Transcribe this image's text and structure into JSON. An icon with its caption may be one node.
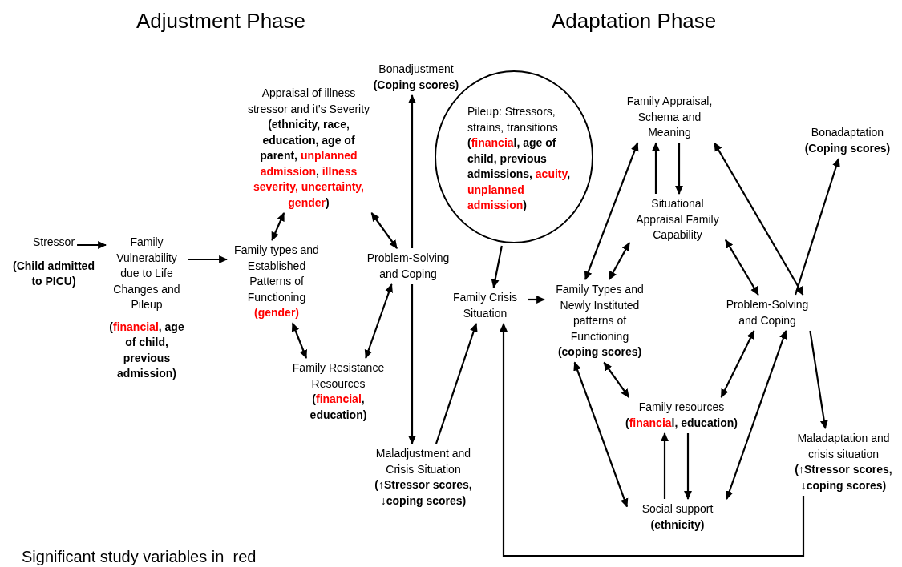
{
  "diagram": {
    "nodes": [
      {
        "text": [
          "Stressor",
          "(Child admitted to PICU)"
        ]
      },
      {
        "text": [
          "Family Vulnerability due to Life Changes and Pileup",
          "(financial, age of child, previous admission)"
        ]
      },
      {
        "text": [
          "Appraisal of illness stressor and it’s Severity",
          "(ethnicity, race, education, age of parent, unplanned admission, illness severity, uncertainty, gender)"
        ]
      },
      {
        "text": [
          "Bonadjustment",
          "(Coping scores)"
        ]
      },
      {
        "text": [
          "Family types and Established Patterns of Functioning",
          "(gender)"
        ]
      },
      {
        "text": [
          "Problem-Solving and Coping"
        ]
      },
      {
        "text": [
          "Family Resistance Resources",
          "(financial, education)"
        ]
      },
      {
        "text": [
          "Maladjustment and Crisis Situation",
          "(↑Stressor scores, ↓coping scores)"
        ]
      },
      {
        "text": [
          "Pileup: Stressors, strains, transitions",
          "(financial, age of child, previous admissions, acuity, unplanned admission)"
        ]
      },
      {
        "text": [
          "Family Crisis Situation"
        ]
      },
      {
        "text": [
          "Family Appraisal, Schema and Meaning"
        ]
      },
      {
        "text": [
          "Situational Appraisal Family Capability"
        ]
      },
      {
        "text": [
          "Bonadaptation",
          "(Coping scores)"
        ]
      },
      {
        "text": [
          "Family Types and Newly Instituted patterns of Functioning",
          "(coping scores)"
        ]
      },
      {
        "text": [
          "Problem-Solving and Coping"
        ]
      },
      {
        "text": [
          "Family resources",
          "(financial, education)"
        ]
      },
      {
        "text": [
          "Maladaptation and crisis situation",
          "(↑Stressor scores, ↓coping scores)"
        ]
      },
      {
        "text": [
          "Social support",
          "(ethnicity)"
        ]
      }
    ],
    "edges": [
      {
        "from": 0,
        "to": 1,
        "arrow": "to"
      },
      {
        "from": 1,
        "to": 4,
        "arrow": "to"
      },
      {
        "from": 2,
        "to": 4,
        "arrow": "both"
      },
      {
        "from": 2,
        "to": 5,
        "arrow": "both"
      },
      {
        "from": 5,
        "to": 3,
        "arrow": "to"
      },
      {
        "from": 4,
        "to": 6,
        "arrow": "both"
      },
      {
        "from": 5,
        "to": 6,
        "arrow": "both"
      },
      {
        "from": 5,
        "to": 7,
        "arrow": "to"
      },
      {
        "from": 7,
        "to": 9,
        "arrow": "to"
      },
      {
        "from": 8,
        "to": 9,
        "arrow": "to"
      },
      {
        "from": 9,
        "to": 13,
        "arrow": "to"
      },
      {
        "from": 13,
        "to": 10,
        "arrow": "both"
      },
      {
        "from": 11,
        "to": 10,
        "arrow": "to"
      },
      {
        "from": 10,
        "to": 11,
        "arrow": "to"
      },
      {
        "from": 13,
        "to": 11,
        "arrow": "both"
      },
      {
        "from": 10,
        "to": 14,
        "arrow": "both"
      },
      {
        "from": 11,
        "to": 14,
        "arrow": "both"
      },
      {
        "from": 14,
        "to": 12,
        "arrow": "to"
      },
      {
        "from": 14,
        "to": 16,
        "arrow": "to"
      },
      {
        "from": 13,
        "to": 15,
        "arrow": "both"
      },
      {
        "from": 14,
        "to": 15,
        "arrow": "both"
      },
      {
        "from": 13,
        "to": 17,
        "arrow": "both"
      },
      {
        "from": 14,
        "to": 17,
        "arrow": "both"
      },
      {
        "from": 17,
        "to": 15,
        "arrow": "to"
      },
      {
        "from": 15,
        "to": 17,
        "arrow": "to"
      },
      {
        "from": 16,
        "to": 9,
        "arrow": "to"
      }
    ],
    "labels": [
      "Adjustment Phase",
      "Adaptation Phase",
      "Significant study variables in  red"
    ]
  }
}
